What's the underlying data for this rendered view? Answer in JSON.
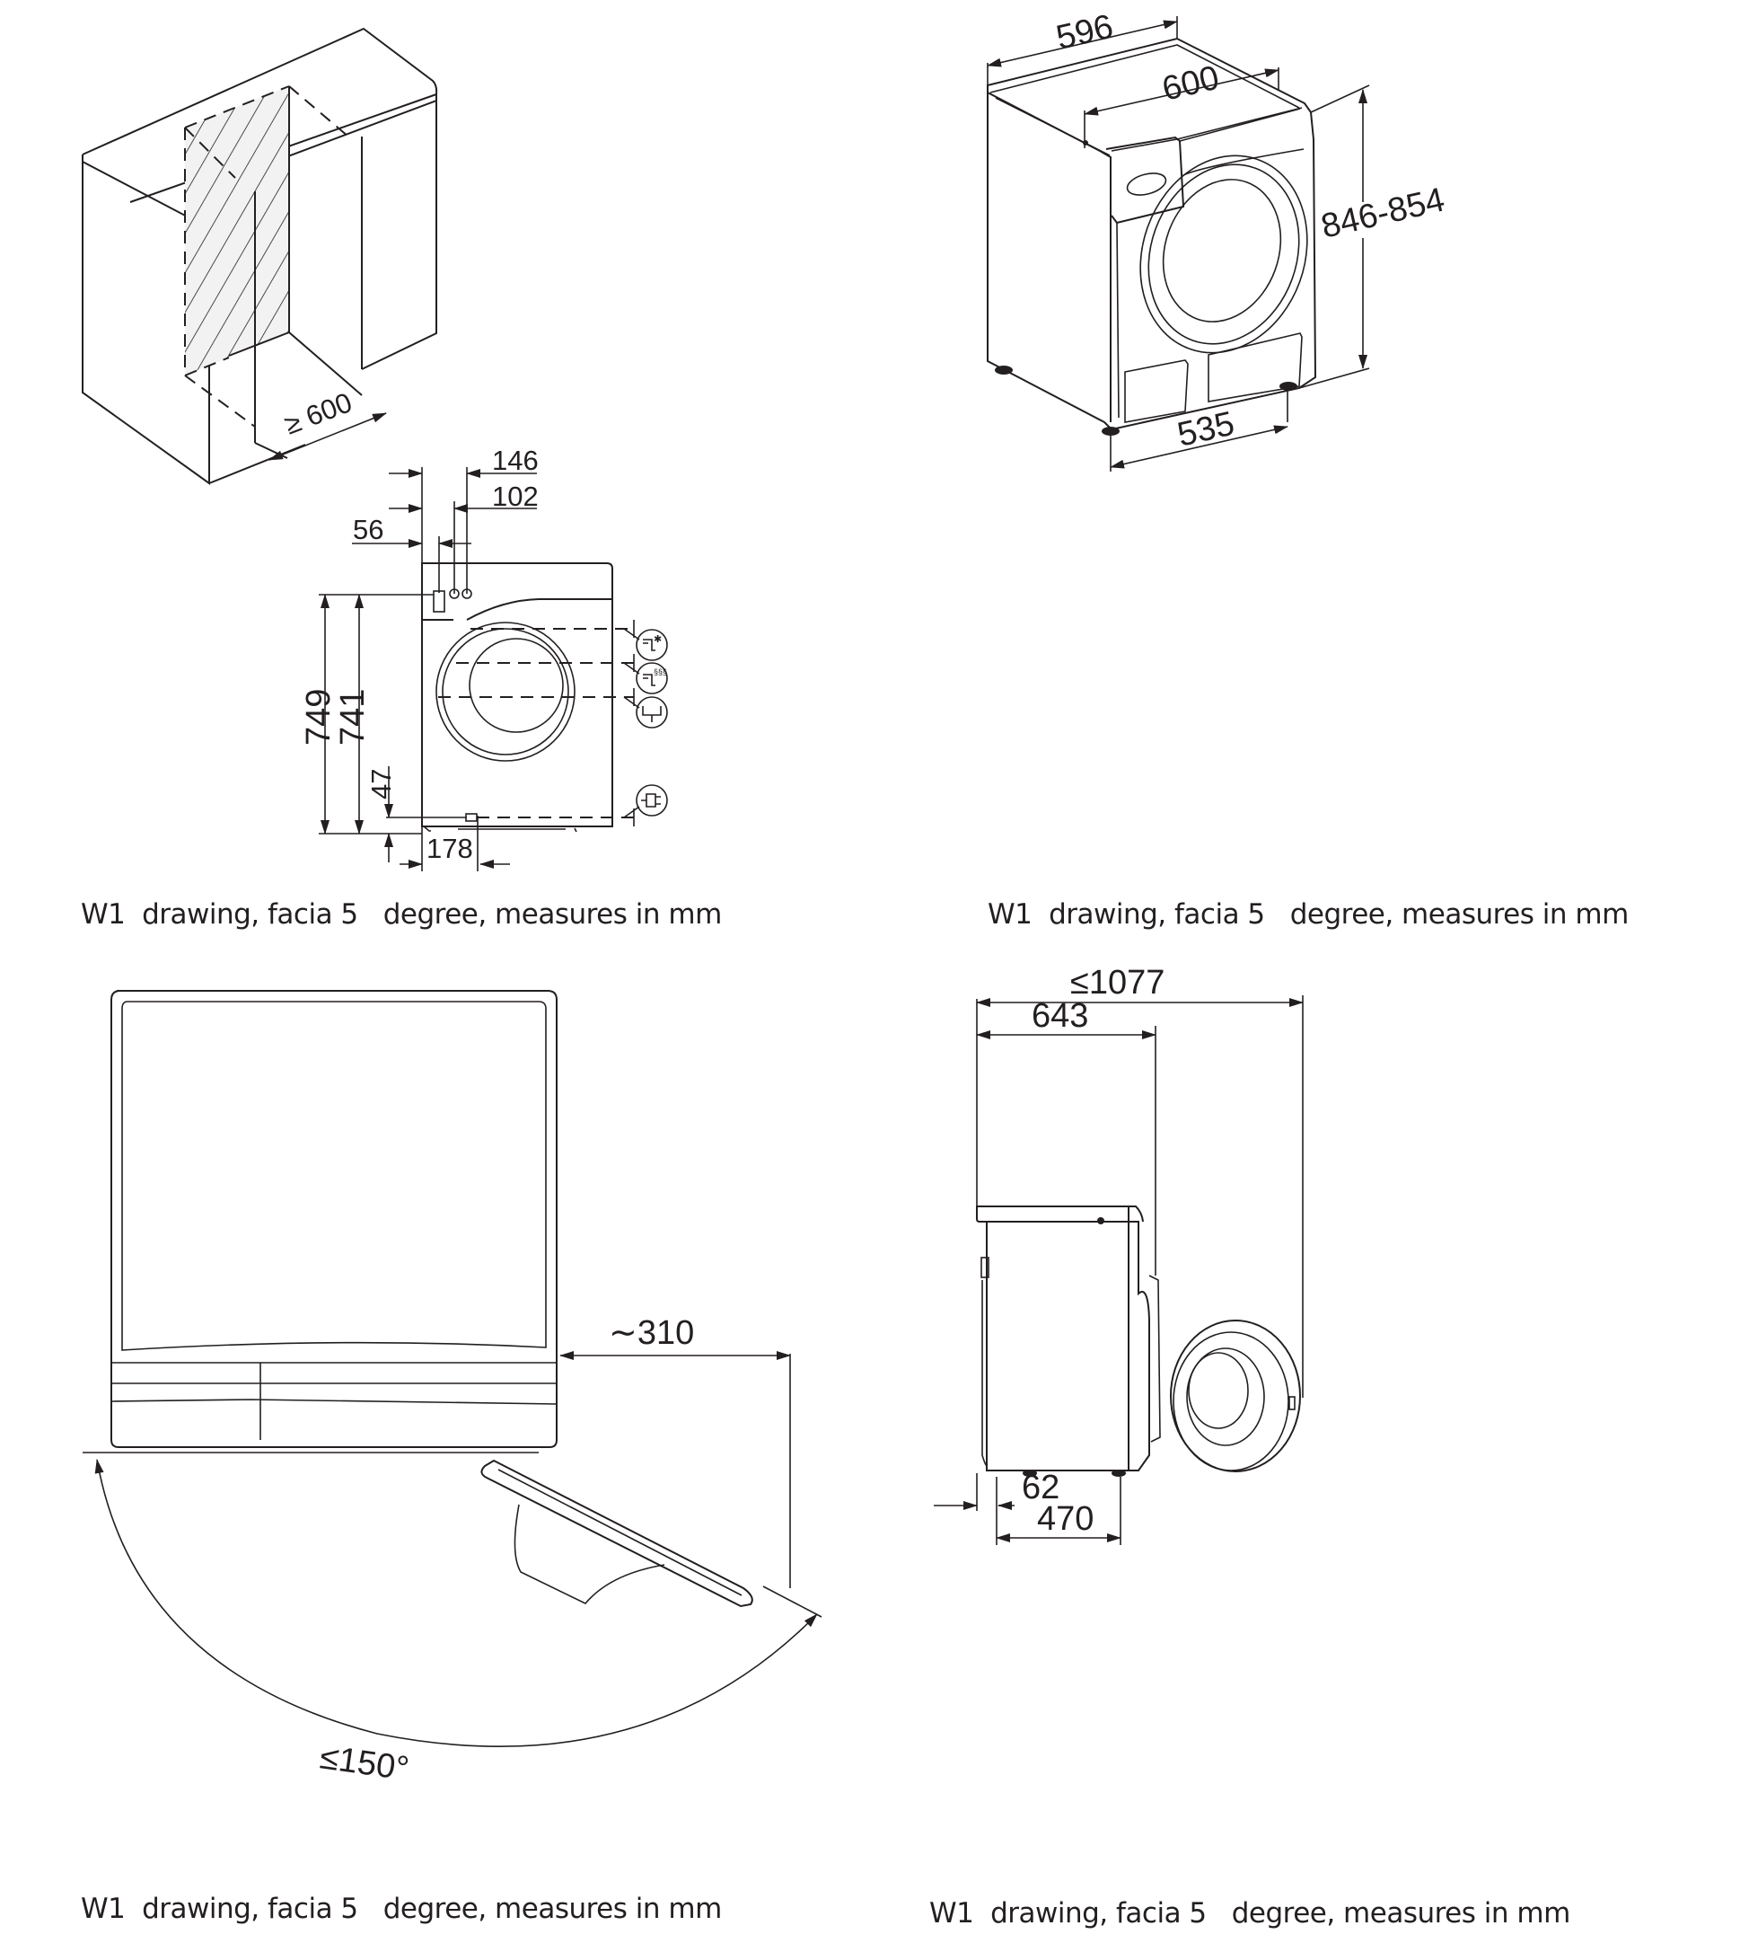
{
  "panels": [
    {
      "id": "installation-niche",
      "caption": "W1  drawing, facia 5   degree, measures in mm",
      "dimensions": {
        "niche_width": "≥ 600",
        "d146": "146",
        "d102": "102",
        "d56": "56",
        "h749": "749",
        "h741": "741",
        "h47": "47",
        "d178": "178"
      },
      "connection_icons": [
        "cold-water-tap-icon",
        "hot-water-tap-icon",
        "drain-icon",
        "power-plug-icon"
      ]
    },
    {
      "id": "isometric-view",
      "caption": "W1  drawing, facia 5   degree, measures in mm",
      "dimensions": {
        "width_top": "596",
        "depth_top": "600",
        "height": "846-854",
        "feet_width": "535"
      }
    },
    {
      "id": "top-view-door-open",
      "caption": "W1  drawing, facia 5   degree, measures in mm",
      "dimensions": {
        "door_projection": "∼310",
        "door_angle": "≤150°"
      }
    },
    {
      "id": "side-view-door-open",
      "caption": "W1  drawing, facia 5   degree, measures in mm",
      "dimensions": {
        "total_depth": "≤1077",
        "body_depth": "643",
        "rear_foot_offset": "62",
        "feet_spacing": "470"
      }
    }
  ]
}
